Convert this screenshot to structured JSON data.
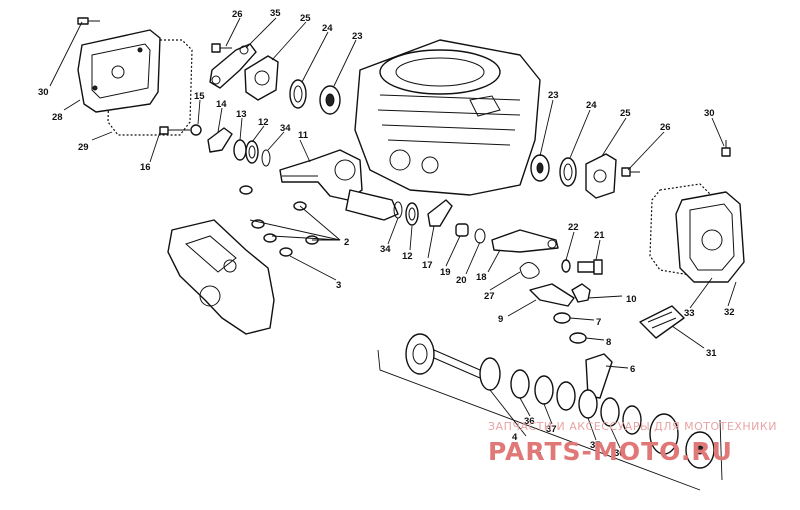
{
  "callouts": [
    {
      "id": "c26a",
      "text": "26"
    },
    {
      "id": "c35",
      "text": "35"
    },
    {
      "id": "c25a",
      "text": "25"
    },
    {
      "id": "c24a",
      "text": "24"
    },
    {
      "id": "c23a",
      "text": "23"
    },
    {
      "id": "c30a",
      "text": "30"
    },
    {
      "id": "c28",
      "text": "28"
    },
    {
      "id": "c29",
      "text": "29"
    },
    {
      "id": "c15",
      "text": "15"
    },
    {
      "id": "c14",
      "text": "14"
    },
    {
      "id": "c13",
      "text": "13"
    },
    {
      "id": "c12a",
      "text": "12"
    },
    {
      "id": "c34a",
      "text": "34"
    },
    {
      "id": "c11",
      "text": "11"
    },
    {
      "id": "c16",
      "text": "16"
    },
    {
      "id": "c23b",
      "text": "23"
    },
    {
      "id": "c24b",
      "text": "24"
    },
    {
      "id": "c25b",
      "text": "25"
    },
    {
      "id": "c26b",
      "text": "26"
    },
    {
      "id": "c30b",
      "text": "30"
    },
    {
      "id": "c2",
      "text": "2"
    },
    {
      "id": "c3",
      "text": "3"
    },
    {
      "id": "c34b",
      "text": "34"
    },
    {
      "id": "c12b",
      "text": "12"
    },
    {
      "id": "c17",
      "text": "17"
    },
    {
      "id": "c19",
      "text": "19"
    },
    {
      "id": "c20",
      "text": "20"
    },
    {
      "id": "c18",
      "text": "18"
    },
    {
      "id": "c27",
      "text": "27"
    },
    {
      "id": "c22",
      "text": "22"
    },
    {
      "id": "c21",
      "text": "21"
    },
    {
      "id": "c10",
      "text": "10"
    },
    {
      "id": "c9",
      "text": "9"
    },
    {
      "id": "c7",
      "text": "7"
    },
    {
      "id": "c8",
      "text": "8"
    },
    {
      "id": "c6",
      "text": "6"
    },
    {
      "id": "c33",
      "text": "33"
    },
    {
      "id": "c32",
      "text": "32"
    },
    {
      "id": "c31",
      "text": "31"
    },
    {
      "id": "c36a",
      "text": "36"
    },
    {
      "id": "c37a",
      "text": "37"
    },
    {
      "id": "c37b",
      "text": "37"
    },
    {
      "id": "c36b",
      "text": "36"
    },
    {
      "id": "c4",
      "text": "4"
    },
    {
      "id": "c5",
      "text": "5"
    }
  ],
  "watermark": {
    "top_line": "ЗАПЧАСТИ И АКСЕССУАРЫ ДЛЯ МОТОТЕХНИКИ",
    "brand": "PARTS-MOTO.RU"
  }
}
